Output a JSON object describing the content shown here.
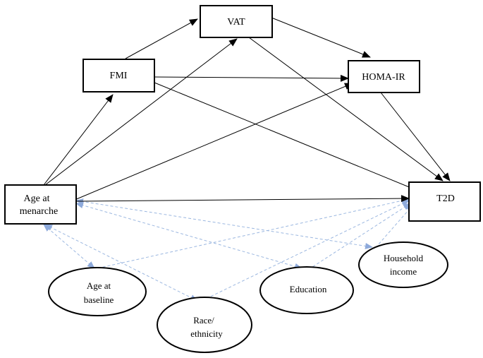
{
  "nodes": {
    "vat": "VAT",
    "fmi": "FMI",
    "homa_ir": "HOMA-IR",
    "age_menarche_line1": "Age at",
    "age_menarche_line2": "menarche",
    "t2d": "T2D",
    "age_baseline_line1": "Age at",
    "age_baseline_line2": "baseline",
    "race_line1": "Race/",
    "race_line2": "ethnicity",
    "education": "Education",
    "income_line1": "Household",
    "income_line2": "income"
  },
  "colors": {
    "solid_edge": "#000000",
    "dashed_edge": "#9bb7e0",
    "dashed_arrowhead": "#8eaadb",
    "box_border": "#000000"
  }
}
